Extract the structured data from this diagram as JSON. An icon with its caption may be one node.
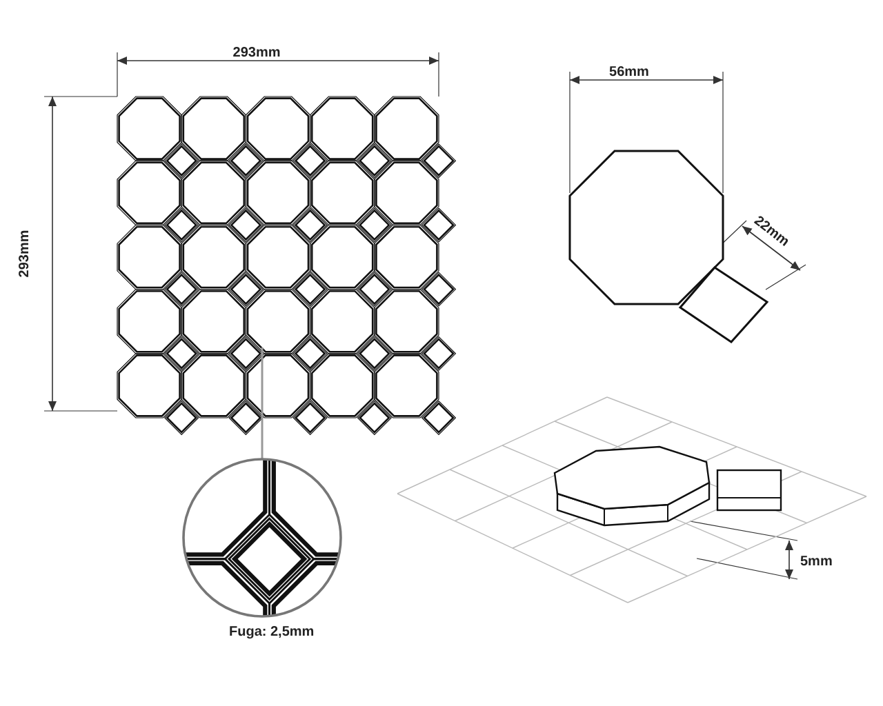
{
  "diagram": {
    "labels": [
      "293mm",
      "293mm",
      "56mm",
      "22mm",
      "5mm",
      "Fuga: 2,5mm"
    ]
  }
}
